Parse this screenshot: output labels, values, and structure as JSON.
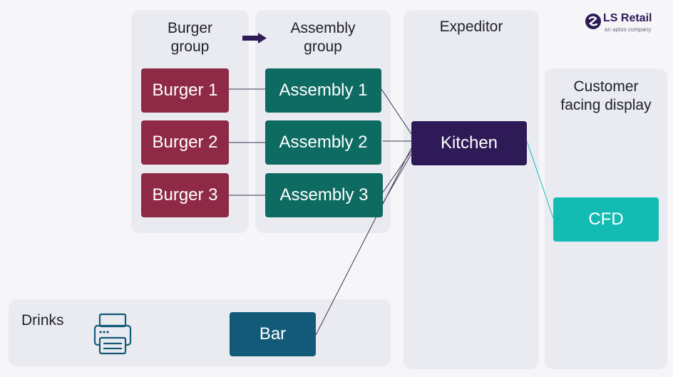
{
  "logo": {
    "name": "LS Retail",
    "tagline": "an aptos company"
  },
  "panels": {
    "burger_group": "Burger\ngroup",
    "assembly_group": "Assembly\ngroup",
    "expeditor": "Expeditor",
    "customer_display": "Customer\nfacing display",
    "drinks": "Drinks"
  },
  "nodes": {
    "burger_1": "Burger 1",
    "burger_2": "Burger 2",
    "burger_3": "Burger 3",
    "assembly_1": "Assembly 1",
    "assembly_2": "Assembly 2",
    "assembly_3": "Assembly 3",
    "kitchen": "Kitchen",
    "cfd": "CFD",
    "bar": "Bar"
  },
  "colors": {
    "burger": "#8e2a46",
    "assembly": "#0e6b62",
    "kitchen": "#2d1a56",
    "cfd": "#13bcb3",
    "bar": "#125a78",
    "arrow": "#2d1a56"
  },
  "icons": {
    "drinks": "printer-icon",
    "flow": "arrow-right-icon"
  }
}
